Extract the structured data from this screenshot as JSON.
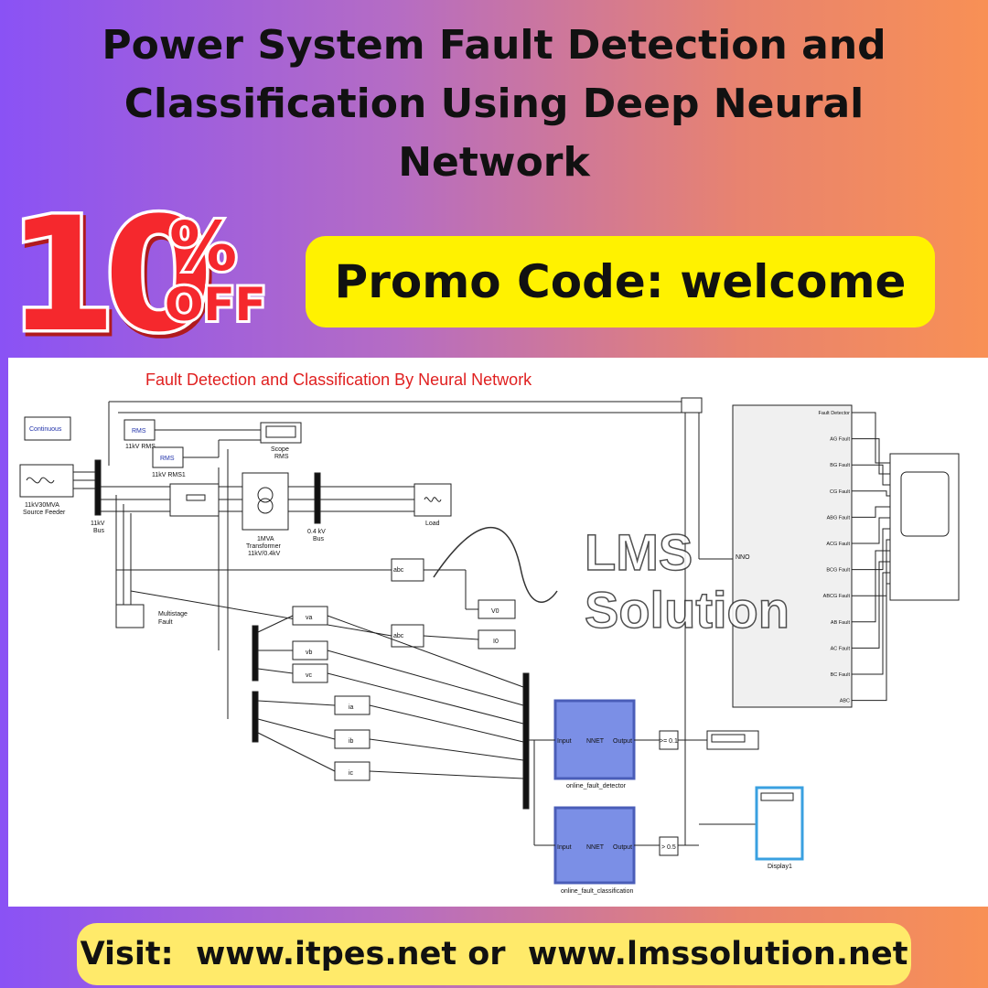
{
  "header": {
    "title_line1": "Power System Fault Detection and",
    "title_line2": "Classification Using Deep Neural",
    "title_line3": "Network"
  },
  "badge": {
    "number": "10",
    "percent": "%",
    "off": "OFF",
    "fill_color": "#f5282d"
  },
  "promo": {
    "text": "Promo Code: welcome",
    "bg_color": "#fff200"
  },
  "diagram": {
    "title": "Fault Detection and Classification By Neural Network",
    "watermark_line1": "LMS",
    "watermark_line2": "Solution",
    "blocks": {
      "continuous": "Continuous",
      "rms1": "RMS",
      "rms1_label": "11kV RMS",
      "rms2": "RMS",
      "rms2_label": "11kV RMS1",
      "scope_label1": "Scope",
      "scope_label2": "RMS",
      "source_label1": "11kV30MVA",
      "source_label2": "Source Feeder",
      "bus11_label1": "11kV",
      "bus11_label2": "Bus",
      "transformer_label1": "1MVA",
      "transformer_label2": "Transformer",
      "transformer_label3": "11kV/0.4kV",
      "bus04_label1": "0.4 kV",
      "bus04_label2": "Bus",
      "load_label": "Load",
      "fault_label1": "Multistage",
      "fault_label2": "Fault",
      "abc1": "abc",
      "abc2": "abc",
      "v0": "V0",
      "i0": "I0",
      "va": "va",
      "vb": "vb",
      "vc": "vc",
      "ia": "ia",
      "ib": "ib",
      "ic": "ic",
      "nn_input": "Input",
      "nn_net": "NNET",
      "nn_output": "Output",
      "nn1_label": "online_fault_detector",
      "nn2_label": "online_fault_classification",
      "cmp1": ">= 0.1",
      "cmp2": "> 0.5",
      "nno": "NNO",
      "display_label": "Display1"
    },
    "subsystem_ports": [
      "Fault Detector",
      "AG Fault",
      "BG Fault",
      "CG Fault",
      "ABG Fault",
      "ACG Fault",
      "BCG Fault",
      "ABCG Fault",
      "AB Fault",
      "AC Fault",
      "BC Fault",
      "ABC"
    ]
  },
  "footer": {
    "text": "Visit:  www.itpes.net or  www.lmssolution.net",
    "bg_color": "#ffea6a"
  }
}
